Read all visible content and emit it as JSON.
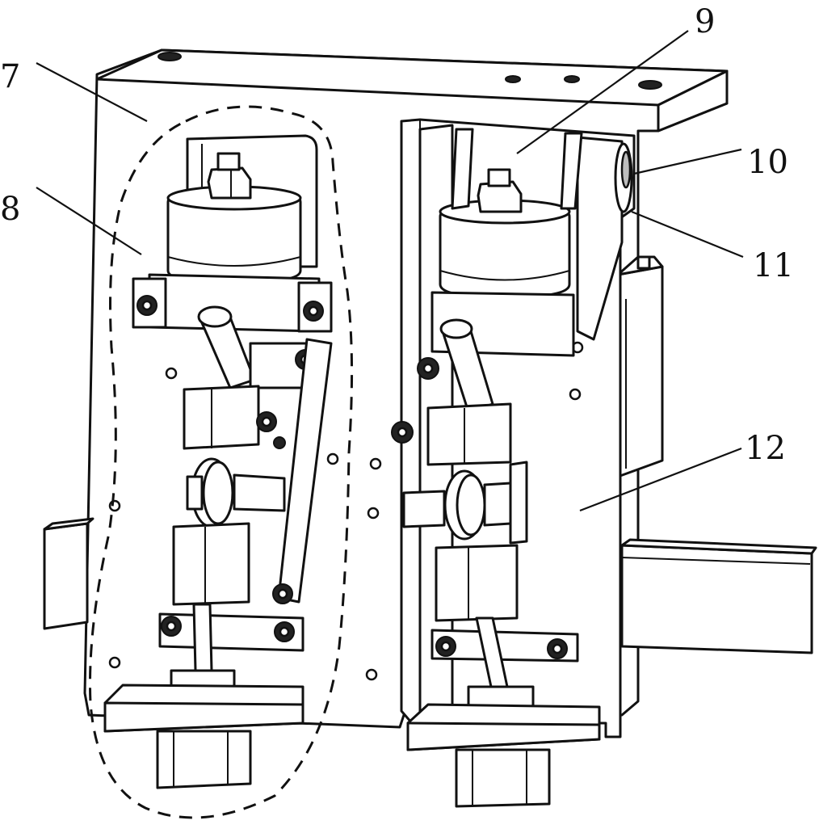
{
  "callouts": [
    {
      "id": "7",
      "label": "7"
    },
    {
      "id": "8",
      "label": "8"
    },
    {
      "id": "9",
      "label": "9"
    },
    {
      "id": "10",
      "label": "10"
    },
    {
      "id": "11",
      "label": "11"
    },
    {
      "id": "12",
      "label": "12"
    }
  ]
}
